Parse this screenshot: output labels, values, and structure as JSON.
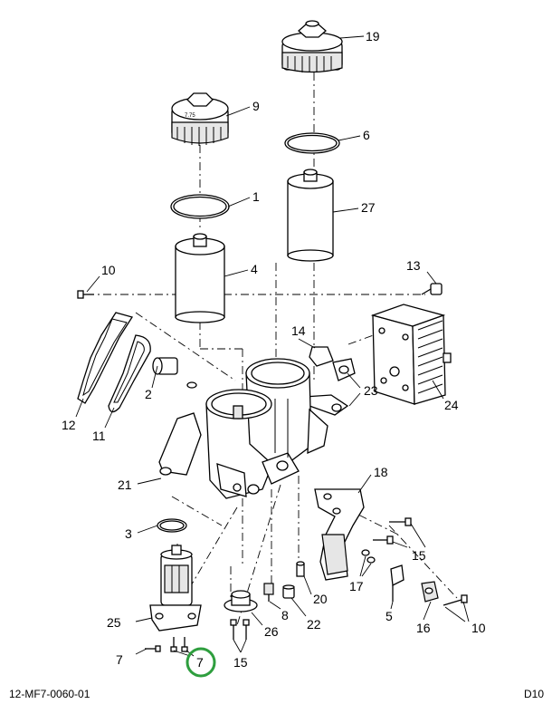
{
  "callouts": [
    {
      "id": "c19",
      "text": "19"
    },
    {
      "id": "c9",
      "text": "9"
    },
    {
      "id": "c6",
      "text": "6"
    },
    {
      "id": "c1",
      "text": "1"
    },
    {
      "id": "c27",
      "text": "27"
    },
    {
      "id": "c4",
      "text": "4"
    },
    {
      "id": "c10a",
      "text": "10"
    },
    {
      "id": "c13",
      "text": "13"
    },
    {
      "id": "c14",
      "text": "14"
    },
    {
      "id": "c2",
      "text": "2"
    },
    {
      "id": "c23",
      "text": "23"
    },
    {
      "id": "c24",
      "text": "24"
    },
    {
      "id": "c12",
      "text": "12"
    },
    {
      "id": "c11",
      "text": "11"
    },
    {
      "id": "c21",
      "text": "21"
    },
    {
      "id": "c18",
      "text": "18"
    },
    {
      "id": "c3",
      "text": "3"
    },
    {
      "id": "c15a",
      "text": "15"
    },
    {
      "id": "c17",
      "text": "17"
    },
    {
      "id": "c20",
      "text": "20"
    },
    {
      "id": "c5",
      "text": "5"
    },
    {
      "id": "c8",
      "text": "8"
    },
    {
      "id": "c22",
      "text": "22"
    },
    {
      "id": "c16",
      "text": "16"
    },
    {
      "id": "c10b",
      "text": "10"
    },
    {
      "id": "c25",
      "text": "25"
    },
    {
      "id": "c26",
      "text": "26"
    },
    {
      "id": "c7a",
      "text": "7"
    },
    {
      "id": "c7b",
      "text": "7"
    },
    {
      "id": "c15b",
      "text": "15"
    }
  ],
  "highlight": {
    "callout": "c7b",
    "color": "#2e9e3e"
  },
  "footer": {
    "left": "12-MF7-0060-01",
    "right": "D10"
  }
}
